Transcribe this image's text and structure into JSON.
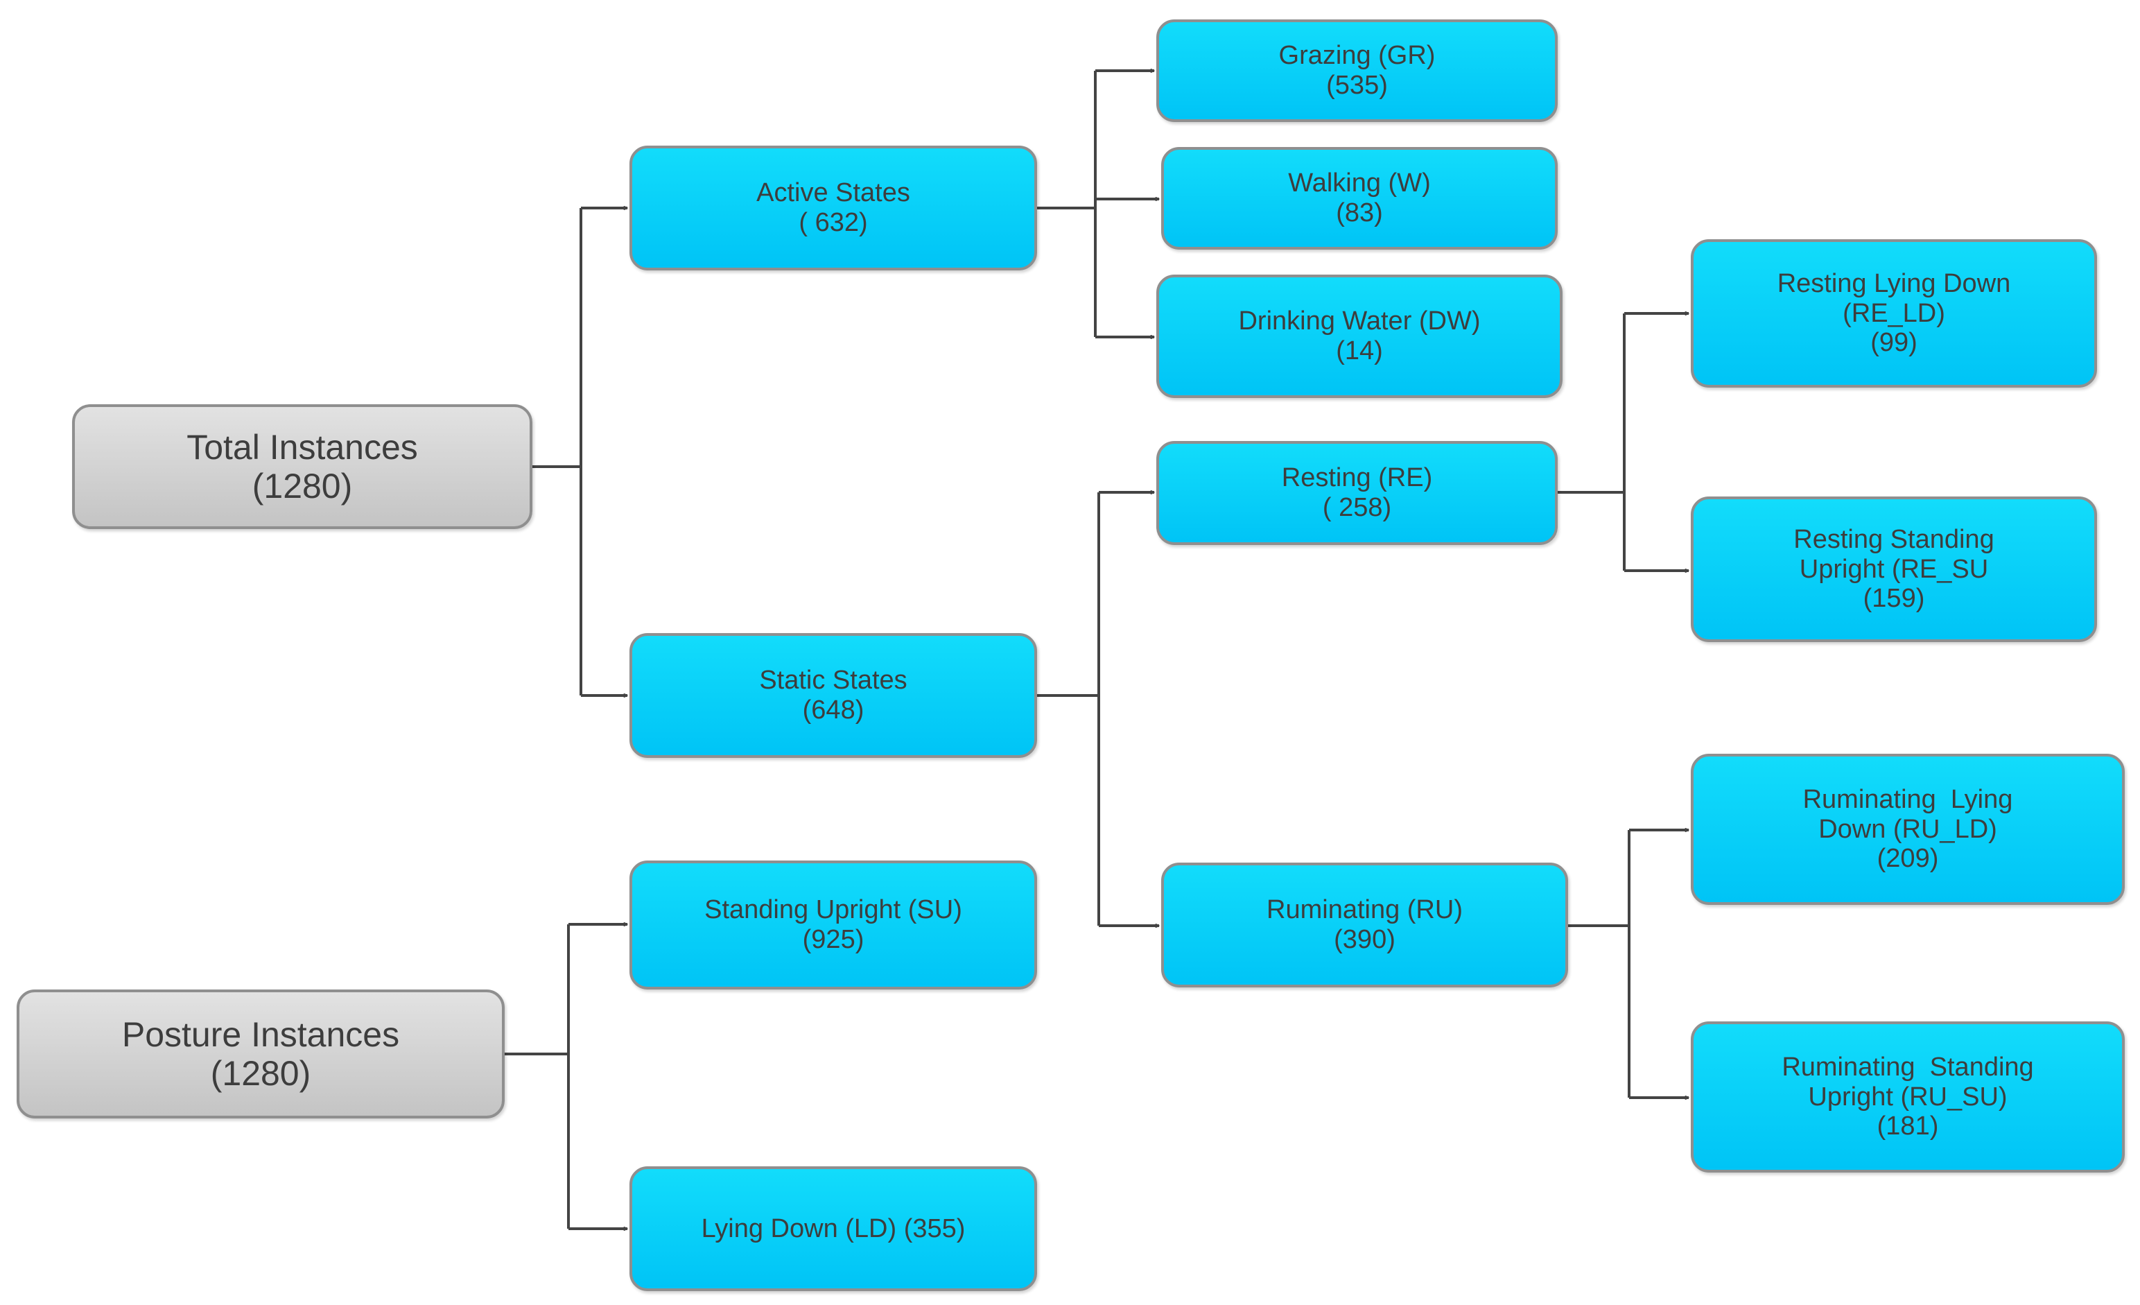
{
  "colors": {
    "blue_node": "#00c4f6",
    "gray_node": "#c8c8c8",
    "border": "#8f8f8f",
    "connector": "#444444",
    "text": "#3d3d3d"
  },
  "nodes": {
    "total": {
      "line1": "Total Instances",
      "line2": "(1280)"
    },
    "posture": {
      "line1": "Posture Instances",
      "line2": "(1280)"
    },
    "active": {
      "line1": "Active States",
      "line2": "( 632)"
    },
    "static": {
      "line1": "Static States",
      "line2": "(648)"
    },
    "standing": {
      "line1": "Standing Upright (SU)",
      "line2": "(925)"
    },
    "lying": {
      "line1": "Lying Down (LD) (355)"
    },
    "grazing": {
      "line1": "Grazing (GR)",
      "line2": "(535)"
    },
    "walking": {
      "line1": "Walking (W)",
      "line2": "(83)"
    },
    "drinking": {
      "line1": "Drinking Water (DW)",
      "line2": "(14)"
    },
    "resting": {
      "line1": "Resting (RE)",
      "line2": "( 258)"
    },
    "ruminating": {
      "line1": "Ruminating (RU)",
      "line2": "(390)"
    },
    "re_ld": {
      "line1": "Resting Lying Down",
      "line2": "(RE_LD)",
      "line3": "(99)"
    },
    "re_su": {
      "line1": "Resting Standing",
      "line2": "Upright (RE_SU",
      "line3": "(159)"
    },
    "ru_ld": {
      "line1": "Ruminating  Lying",
      "line2": "Down (RU_LD)",
      "line3": "(209)"
    },
    "ru_su": {
      "line1": "Ruminating  Standing",
      "line2": "Upright (RU_SU)",
      "line3": "(181)"
    }
  }
}
